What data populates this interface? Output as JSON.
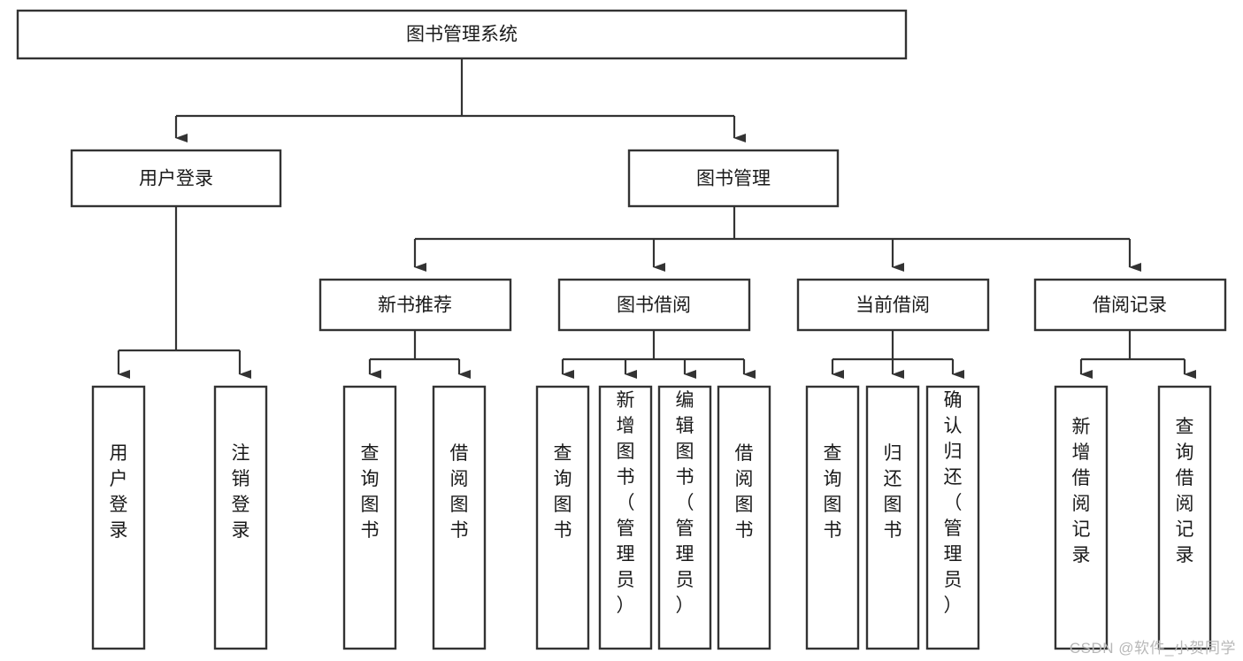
{
  "diagram": {
    "title": "图书管理系统",
    "type": "tree-hierarchy-diagram",
    "colors": {
      "box_fill": "#ffffff",
      "box_stroke": "#333333",
      "text": "#1a1a1a",
      "connector": "#333333",
      "watermark": "#b8b8b8",
      "background": "#ffffff"
    },
    "root": {
      "id": "root",
      "label": "图书管理系统",
      "orientation": "horizontal"
    },
    "level2": [
      {
        "id": "user-login",
        "label": "用户登录",
        "orientation": "horizontal"
      },
      {
        "id": "book-management",
        "label": "图书管理",
        "orientation": "horizontal"
      }
    ],
    "level3": [
      {
        "id": "new-book-recommend",
        "label": "新书推荐",
        "orientation": "horizontal",
        "parent": "book-management"
      },
      {
        "id": "book-borrow",
        "label": "图书借阅",
        "orientation": "horizontal",
        "parent": "book-management"
      },
      {
        "id": "current-borrow",
        "label": "当前借阅",
        "orientation": "horizontal",
        "parent": "book-management"
      },
      {
        "id": "borrow-record",
        "label": "借阅记录",
        "orientation": "horizontal",
        "parent": "book-management"
      }
    ],
    "leaves": [
      {
        "id": "leaf-user-login",
        "label": "用户登录",
        "orientation": "vertical",
        "parent": "user-login"
      },
      {
        "id": "leaf-logout",
        "label": "注销登录",
        "orientation": "vertical",
        "parent": "user-login"
      },
      {
        "id": "leaf-query-books-1",
        "label": "查询图书",
        "orientation": "vertical",
        "parent": "new-book-recommend"
      },
      {
        "id": "leaf-borrow-books-1",
        "label": "借阅图书",
        "orientation": "vertical",
        "parent": "new-book-recommend"
      },
      {
        "id": "leaf-query-books-2",
        "label": "查询图书",
        "orientation": "vertical",
        "parent": "book-borrow"
      },
      {
        "id": "leaf-add-book",
        "label": "新增图书（管理员）",
        "orientation": "vertical",
        "parent": "book-borrow"
      },
      {
        "id": "leaf-edit-book",
        "label": "编辑图书（管理员）",
        "orientation": "vertical",
        "parent": "book-borrow"
      },
      {
        "id": "leaf-borrow-books-2",
        "label": "借阅图书",
        "orientation": "vertical",
        "parent": "book-borrow"
      },
      {
        "id": "leaf-query-books-3",
        "label": "查询图书",
        "orientation": "vertical",
        "parent": "current-borrow"
      },
      {
        "id": "leaf-return-book",
        "label": "归还图书",
        "orientation": "vertical",
        "parent": "current-borrow"
      },
      {
        "id": "leaf-confirm-return",
        "label": "确认归还（管理员）",
        "orientation": "vertical",
        "parent": "current-borrow"
      },
      {
        "id": "leaf-add-record",
        "label": "新增借阅记录",
        "orientation": "vertical",
        "parent": "borrow-record"
      },
      {
        "id": "leaf-query-record",
        "label": "查询借阅记录",
        "orientation": "vertical",
        "parent": "borrow-record"
      }
    ]
  },
  "watermark": {
    "text": "CSDN @软件_小贺同学"
  }
}
